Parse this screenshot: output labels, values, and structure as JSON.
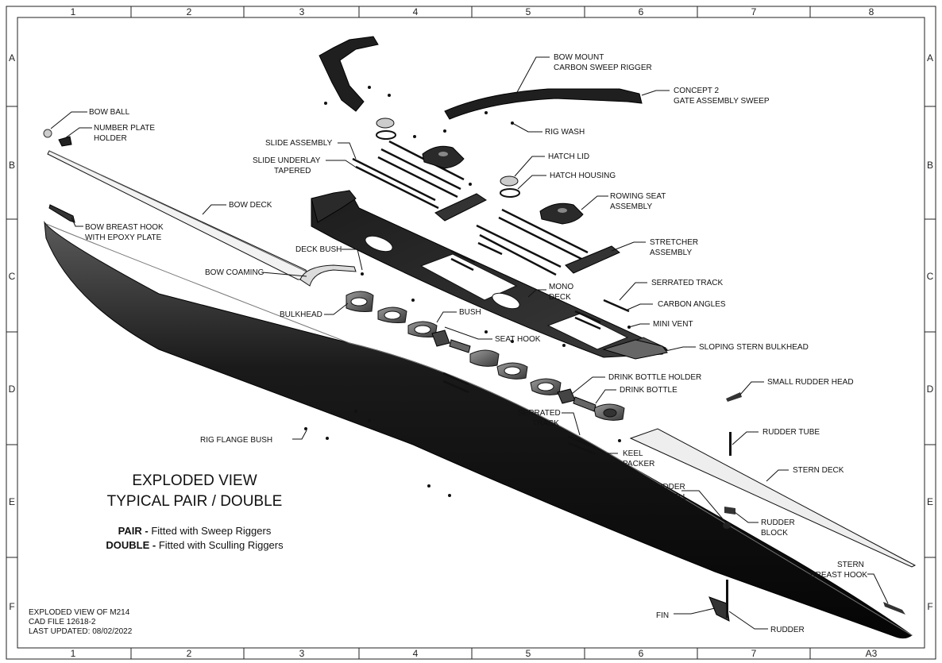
{
  "sheet": {
    "columns": [
      "1",
      "2",
      "3",
      "4",
      "5",
      "6",
      "7",
      "8"
    ],
    "bottom_columns": [
      "1",
      "2",
      "3",
      "4",
      "5",
      "6",
      "7",
      "A3"
    ],
    "rows": [
      "A",
      "B",
      "C",
      "D",
      "E",
      "F"
    ]
  },
  "title": {
    "line1": "EXPLODED VIEW",
    "line2": "TYPICAL PAIR / DOUBLE"
  },
  "notes": {
    "pair_key": "PAIR -",
    "pair_text": " Fitted with Sweep Riggers",
    "double_key": "DOUBLE -",
    "double_text": " Fitted with Sculling Riggers"
  },
  "footer": {
    "line1": "EXPLODED VIEW OF M214",
    "line2": "CAD FILE 12618-2",
    "line3": "LAST UPDATED: 08/02/2022"
  },
  "labels": {
    "bow_ball": "BOW BALL",
    "number_plate_1": "NUMBER PLATE",
    "number_plate_2": "HOLDER",
    "bow_deck": "BOW DECK",
    "bow_breast_1": "BOW BREAST HOOK",
    "bow_breast_2": "WITH EPOXY PLATE",
    "deck_bush": "DECK BUSH",
    "bow_coaming": "BOW COAMING",
    "bulkhead": "BULKHEAD",
    "bush": "BUSH",
    "seat_hook": "SEAT HOOK",
    "slide_assembly": "SLIDE ASSEMBLY",
    "slide_underlay_1": "SLIDE UNDERLAY",
    "slide_underlay_2": "TAPERED",
    "bow_mount_1": "BOW MOUNT",
    "bow_mount_2": "CARBON SWEEP RIGGER",
    "concept2_1": "CONCEPT 2",
    "concept2_2": "GATE ASSEMBLY SWEEP",
    "rig_wash": "RIG WASH",
    "hatch_lid": "HATCH LID",
    "hatch_housing": "HATCH HOUSING",
    "rowing_seat_1": "ROWING SEAT",
    "rowing_seat_2": "ASSEMBLY",
    "stretcher_1": "STRETCHER",
    "stretcher_2": "ASSEMBLY",
    "mono_deck_1": "MONO",
    "mono_deck_2": "DECK",
    "serrated_track": "SERRATED TRACK",
    "carbon_angles": "CARBON ANGLES",
    "mini_vent": "MINI VENT",
    "sloping_stern": "SLOPING STERN BULKHEAD",
    "drink_holder": "DRINK BOTTLE HOLDER",
    "drink_bottle": "DRINK BOTTLE",
    "small_rudder_head": "SMALL RUDDER HEAD",
    "serrated_track2_1": "SERRATED",
    "serrated_track2_2": "TRACK",
    "keel_packer_1": "KEEL",
    "keel_packer_2": "PACKER",
    "rig_flange": "RIG FLANGE BUSH",
    "rudder_tube": "RUDDER TUBE",
    "stern_deck": "STERN DECK",
    "rudder_well_1": "RUDDER",
    "rudder_well_2": "WELL",
    "rudder_block_1": "RUDDER",
    "rudder_block_2": "BLOCK",
    "stern_breast_1": "STERN",
    "stern_breast_2": "BREAST HOOK",
    "fin": "FIN",
    "rudder": "RUDDER"
  }
}
